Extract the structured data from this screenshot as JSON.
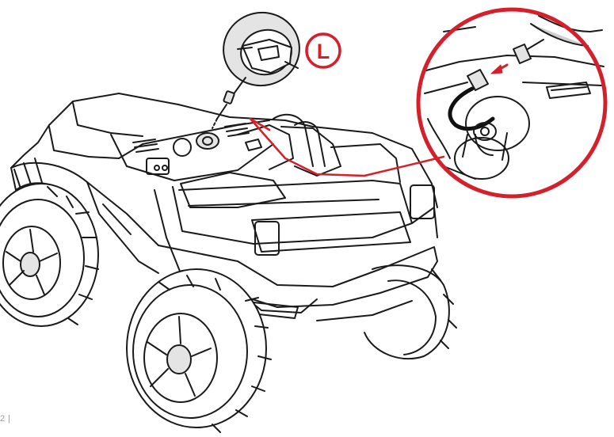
{
  "figure": {
    "step_label": "L",
    "page_number": "2 |"
  },
  "colors": {
    "accent_red": "#d4202a",
    "line": "#1a1a1a",
    "shade": "#e4e4e4",
    "background": "#ffffff"
  },
  "icons": [
    "steering-wheel-icon",
    "connector-plug-icon",
    "ride-on-jeep-illustration"
  ]
}
